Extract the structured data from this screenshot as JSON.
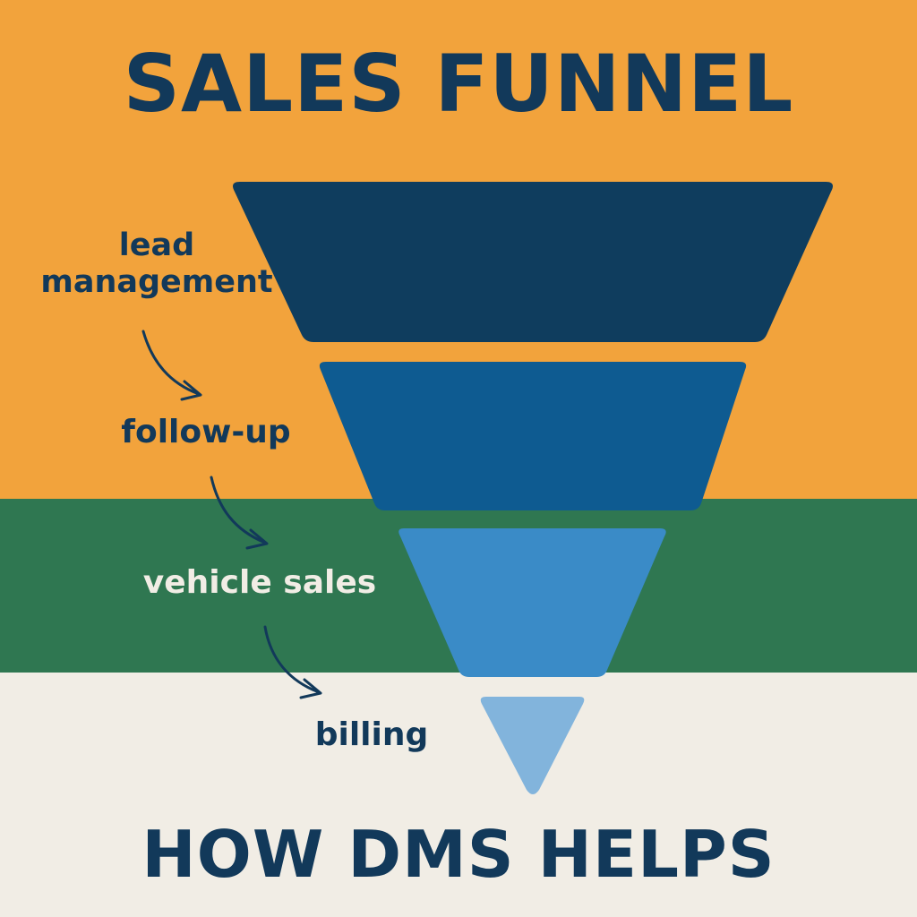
{
  "title": "SALES FUNNEL",
  "footer_title": "HOW DMS HELPS",
  "stages": [
    {
      "label": "lead management",
      "color": "#0f3d5e"
    },
    {
      "label": "follow-up",
      "color": "#0e5b91"
    },
    {
      "label": "vehicle sales",
      "color": "#3a8bc7"
    },
    {
      "label": "billing",
      "color": "#82b4dc"
    }
  ],
  "colors": {
    "background_top": "#f2a33c",
    "background_middle": "#2f7751",
    "background_bottom": "#f1ede5",
    "title_text": "#12395a",
    "label_dark": "#12395a",
    "label_light": "#f1ede5",
    "arrow": "#12395a"
  },
  "icons": [
    "curved-arrow-icon",
    "curved-arrow-icon",
    "curved-arrow-icon"
  ]
}
